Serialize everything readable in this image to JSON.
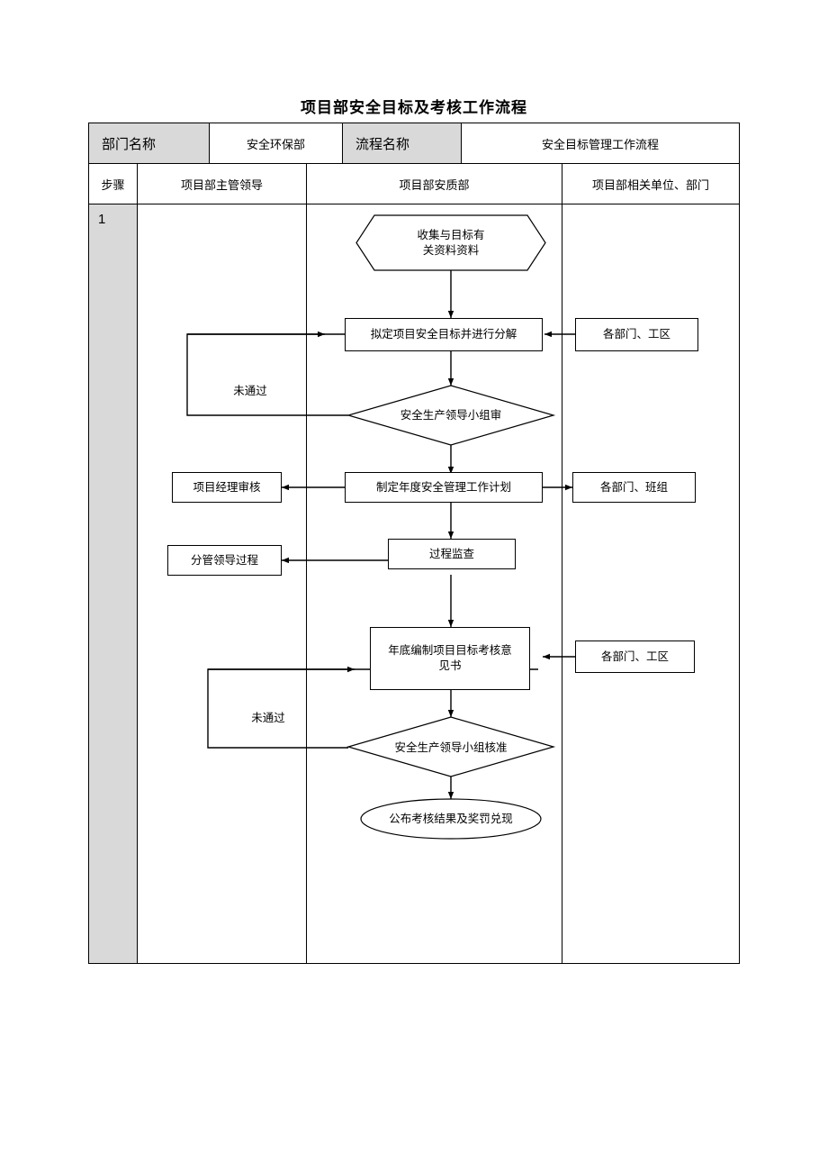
{
  "document": {
    "title": "项目部安全目标及考核工作流程"
  },
  "table": {
    "header": {
      "dept_label": "部门名称",
      "dept_value": "安全环保部",
      "process_label": "流程名称",
      "process_value": "安全目标管理工作流程"
    },
    "columns": [
      "步骤",
      "项目部主管领导",
      "项目部安质部",
      "项目部相关单位、部门"
    ],
    "step_number": "1"
  },
  "flow": {
    "nodes": [
      {
        "id": "n1",
        "shape": "hexagon",
        "text": "收集与目标有\n关资料资料"
      },
      {
        "id": "n2",
        "shape": "rect",
        "text": "拟定项目安全目标并进行分解"
      },
      {
        "id": "n3",
        "shape": "rect",
        "text": "各部门、工区"
      },
      {
        "id": "n4",
        "shape": "diamond",
        "text": "安全生产领导小组审"
      },
      {
        "id": "n5",
        "shape": "rect",
        "text": "制定年度安全管理工作计划"
      },
      {
        "id": "n6",
        "shape": "rect",
        "text": "项目经理审核"
      },
      {
        "id": "n7",
        "shape": "rect",
        "text": "各部门、班组"
      },
      {
        "id": "n8",
        "shape": "rect",
        "text": "过程监查"
      },
      {
        "id": "n9",
        "shape": "rect",
        "text": "分管领导过程"
      },
      {
        "id": "n10",
        "shape": "rect",
        "text": "年底编制项目目标考核意\n见书"
      },
      {
        "id": "n11",
        "shape": "rect",
        "text": "各部门、工区"
      },
      {
        "id": "n12",
        "shape": "diamond",
        "text": "安全生产领导小组核准"
      },
      {
        "id": "n13",
        "shape": "ellipse",
        "text": "公布考核结果及奖罚兑现"
      }
    ],
    "edge_labels": {
      "fail_1": "未通过",
      "fail_2": "未通过"
    }
  },
  "colors": {
    "header_grey": "#d9d9d9",
    "line": "#000000",
    "background": "#ffffff"
  }
}
